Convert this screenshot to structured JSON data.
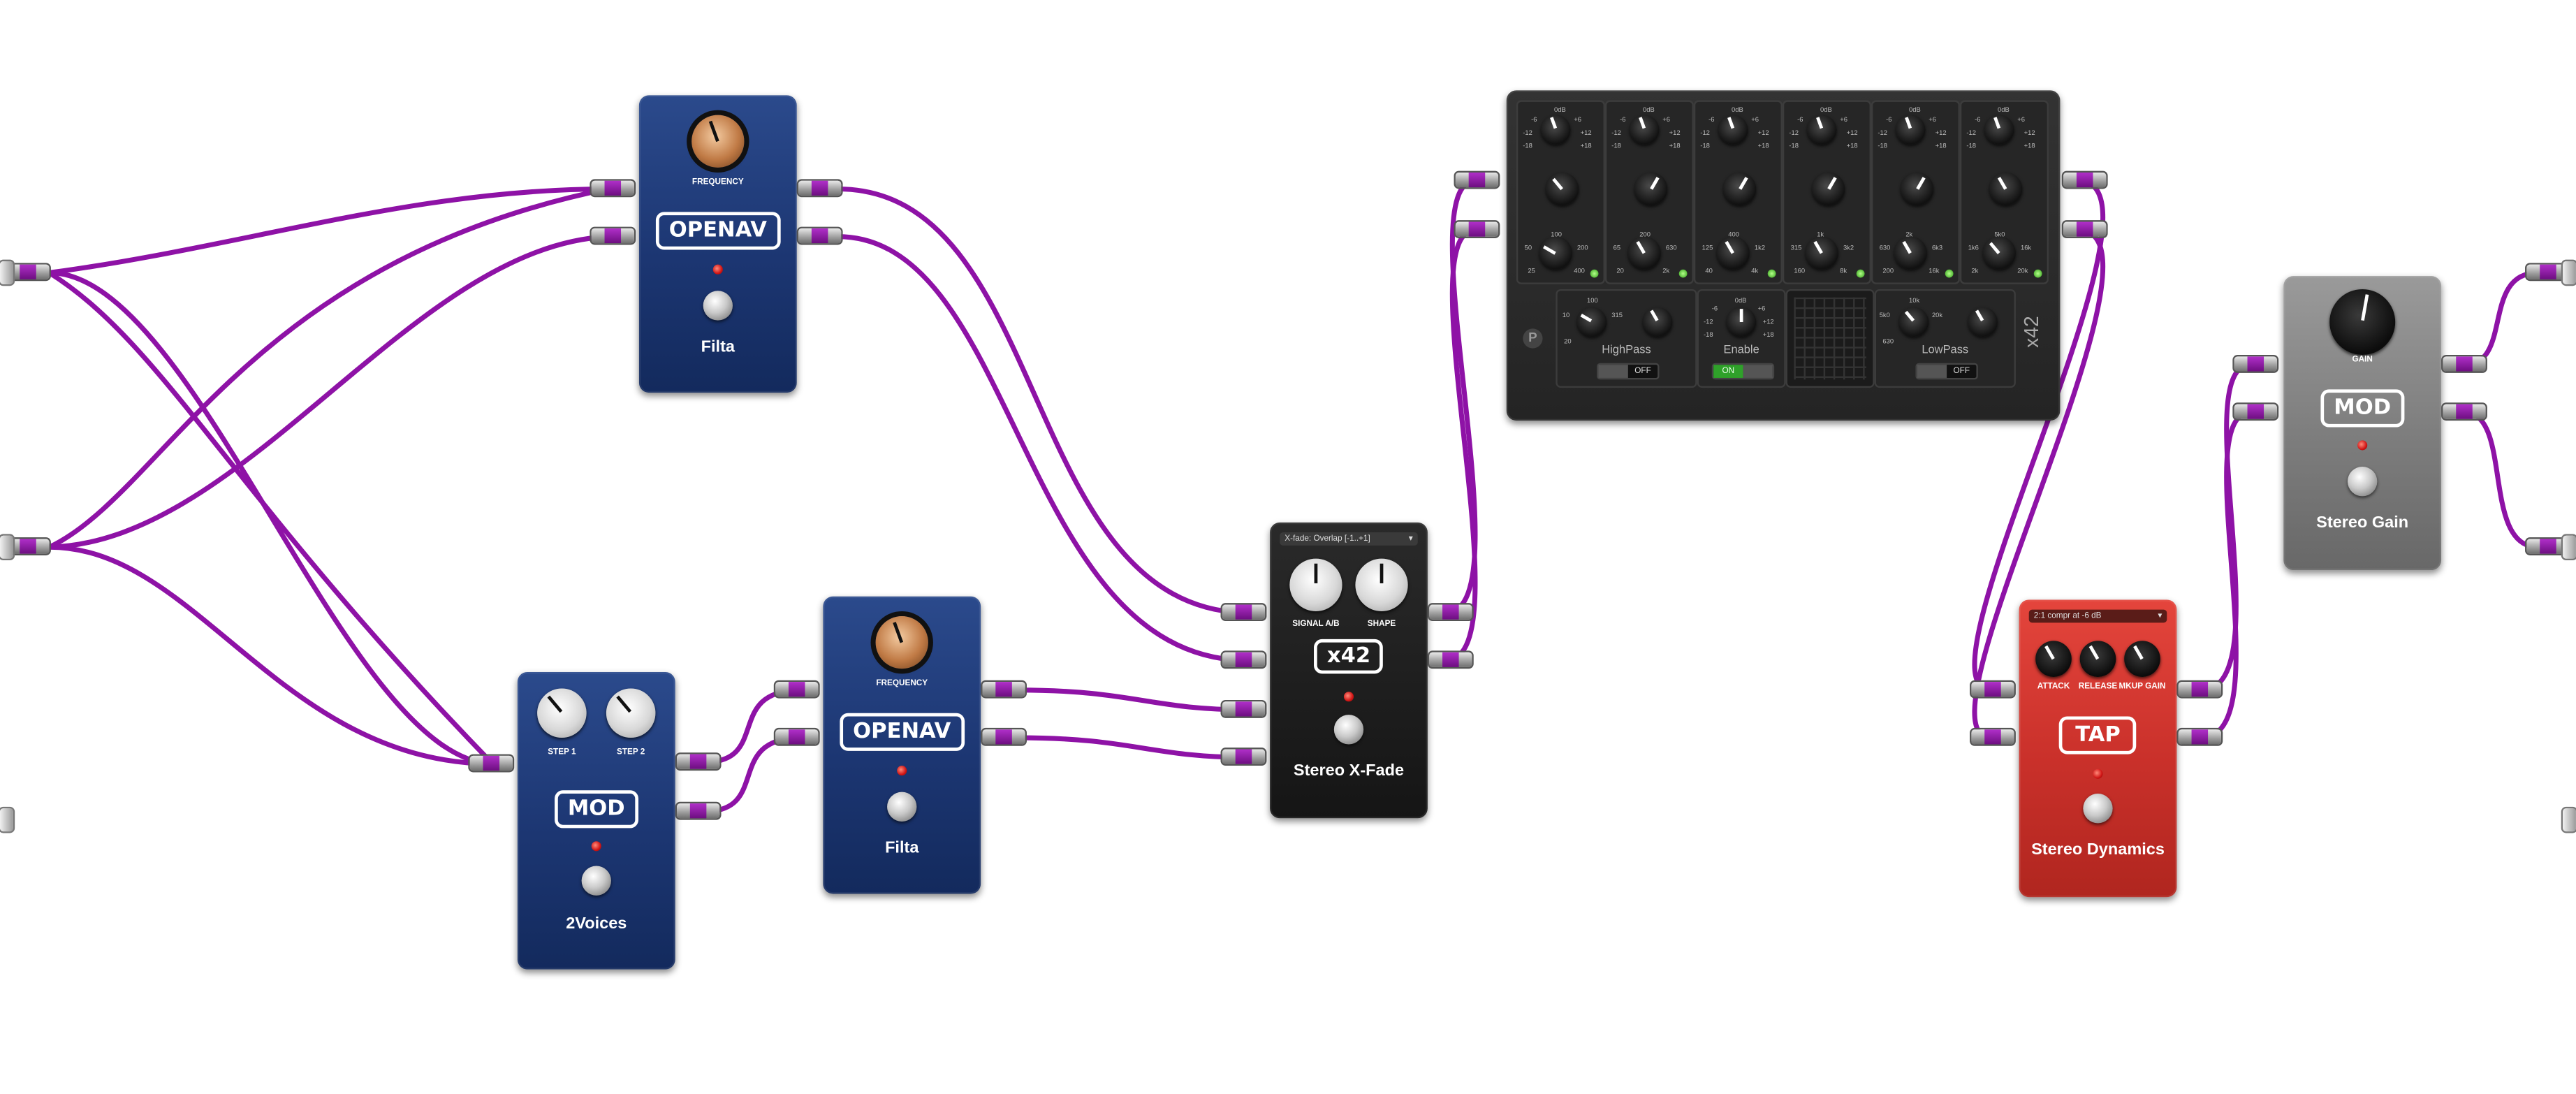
{
  "cable_color": "#8e12a6",
  "pedals": {
    "filta_top": {
      "knob": "FREQUENCY",
      "brand": "OPENAV",
      "name": "Filta"
    },
    "two_voices": {
      "knob1": "STEP 1",
      "knob2": "STEP 2",
      "brand": "MOD",
      "name": "2Voices"
    },
    "filta_bottom": {
      "knob": "FREQUENCY",
      "brand": "OPENAV",
      "name": "Filta"
    },
    "xfade": {
      "display": "X-fade: Overlap [-1..+1]",
      "knob1": "SIGNAL A/B",
      "knob2": "SHAPE",
      "brand": "x42",
      "name": "Stereo X-Fade"
    },
    "eq": {
      "side_label": "x42",
      "highpass": "HighPass",
      "enable": "Enable",
      "lowpass": "LowPass",
      "on": "ON",
      "off": "OFF",
      "gain_ticks": [
        "0dB",
        "-6",
        "+6",
        "-12",
        "+12",
        "-18",
        "+18"
      ],
      "band_freqs": [
        [
          "50",
          "100",
          "200",
          "25",
          "400"
        ],
        [
          "65",
          "200",
          "630",
          "20",
          "2k"
        ],
        [
          "125",
          "400",
          "1k2",
          "40",
          "4k"
        ],
        [
          "315",
          "1k",
          "3k2",
          "160",
          "8k"
        ],
        [
          "630",
          "2k",
          "6k3",
          "200",
          "16k"
        ],
        [
          "1k6",
          "5k0",
          "16k",
          "2k",
          "20k"
        ]
      ],
      "hp_freqs": [
        "10",
        "100",
        "315",
        "20"
      ],
      "lp_freqs": [
        "5k0",
        "10k",
        "20k",
        "630"
      ]
    },
    "dynamics": {
      "display": "2:1 compr at -6 dB",
      "knob1": "ATTACK",
      "knob2": "RELEASE",
      "knob3": "MKUP GAIN",
      "brand": "TAP",
      "name": "Stereo Dynamics"
    },
    "stereo_gain": {
      "knob": "GAIN",
      "brand": "MOD",
      "name": "Stereo Gain"
    }
  }
}
